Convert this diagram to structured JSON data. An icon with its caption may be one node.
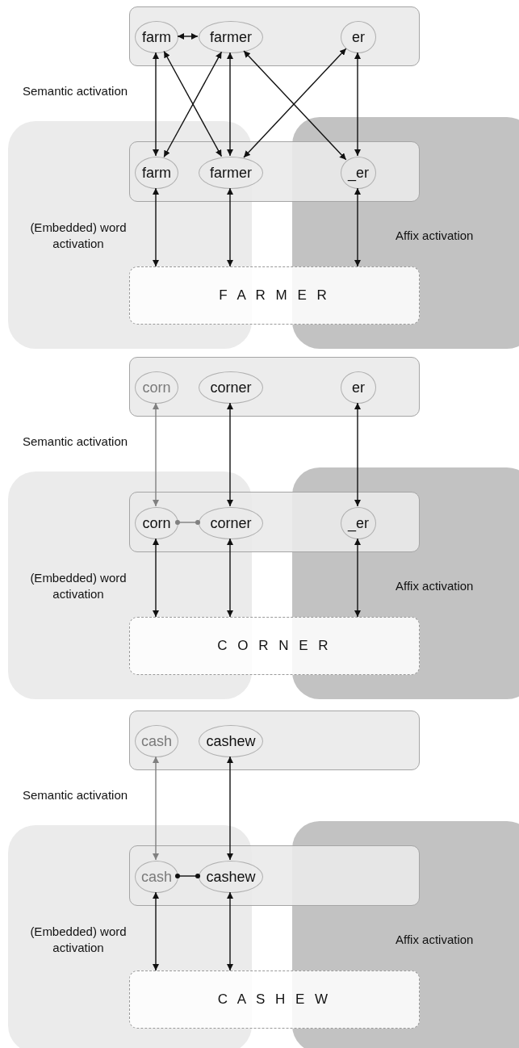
{
  "diagram": {
    "nodes": [
      {
        "text": [],
        "shape": "box"
      },
      {
        "text": [
          "farm"
        ],
        "in": 0
      },
      {
        "text": [
          "farmer"
        ],
        "in": 0
      },
      {
        "text": [
          "er"
        ],
        "in": 0
      },
      {
        "text": [],
        "shape": "box"
      },
      {
        "text": [
          "farm"
        ],
        "in": 4
      },
      {
        "text": [
          "farmer"
        ],
        "in": 4
      },
      {
        "text": [
          "_er"
        ],
        "in": 4
      },
      {
        "text": [
          "F A R M E R"
        ]
      },
      {
        "text": [],
        "shape": "box"
      },
      {
        "text": [
          "corn"
        ],
        "in": 9
      },
      {
        "text": [
          "corner"
        ],
        "in": 9
      },
      {
        "text": [
          "er"
        ],
        "in": 9
      },
      {
        "text": [],
        "shape": "box"
      },
      {
        "text": [
          "corn"
        ],
        "in": 13
      },
      {
        "text": [
          "corner"
        ],
        "in": 13
      },
      {
        "text": [
          "_er"
        ],
        "in": 13
      },
      {
        "text": [
          "C O R N E R"
        ]
      },
      {
        "text": [],
        "shape": "box"
      },
      {
        "text": [
          "cash"
        ],
        "in": 18
      },
      {
        "text": [
          "cashew"
        ],
        "in": 18
      },
      {
        "text": [],
        "shape": "box"
      },
      {
        "text": [
          "cash"
        ],
        "in": 21
      },
      {
        "text": [
          "cashew"
        ],
        "in": 21
      },
      {
        "text": [
          "C A S H E W"
        ]
      }
    ],
    "edges": [
      {
        "from": 1,
        "to": 2,
        "arrow": "both"
      },
      {
        "from": 1,
        "to": 5,
        "arrow": "both"
      },
      {
        "from": 1,
        "to": 6,
        "arrow": "both"
      },
      {
        "from": 2,
        "to": 5,
        "arrow": "both"
      },
      {
        "from": 2,
        "to": 6,
        "arrow": "both"
      },
      {
        "from": 2,
        "to": 7,
        "arrow": "both"
      },
      {
        "from": 3,
        "to": 6,
        "arrow": "both"
      },
      {
        "from": 3,
        "to": 7,
        "arrow": "both"
      },
      {
        "from": 5,
        "to": 8,
        "arrow": "both"
      },
      {
        "from": 6,
        "to": 8,
        "arrow": "both"
      },
      {
        "from": 7,
        "to": 8,
        "arrow": "both"
      },
      {
        "from": 10,
        "to": 14,
        "arrow": "both",
        "color": "#808080"
      },
      {
        "from": 11,
        "to": 15,
        "arrow": "both"
      },
      {
        "from": 12,
        "to": 16,
        "arrow": "both"
      },
      {
        "from": 14,
        "to": 15,
        "arrow": "other",
        "color": "#808080"
      },
      {
        "from": 14,
        "to": 17,
        "arrow": "both"
      },
      {
        "from": 15,
        "to": 17,
        "arrow": "both"
      },
      {
        "from": 16,
        "to": 17,
        "arrow": "both"
      },
      {
        "from": 19,
        "to": 22,
        "arrow": "both",
        "color": "#808080"
      },
      {
        "from": 20,
        "to": 23,
        "arrow": "both"
      },
      {
        "from": 22,
        "to": 23,
        "arrow": "other"
      },
      {
        "from": 22,
        "to": 24,
        "arrow": "both"
      },
      {
        "from": 23,
        "to": 24,
        "arrow": "both"
      }
    ],
    "labels": [
      "Semantic activation",
      "(Embedded) word activation",
      "Affix activation",
      "Semantic activation",
      "(Embedded) word activation",
      "Affix activation",
      "Semantic activation",
      "(Embedded) word activation",
      "Affix activation"
    ]
  }
}
